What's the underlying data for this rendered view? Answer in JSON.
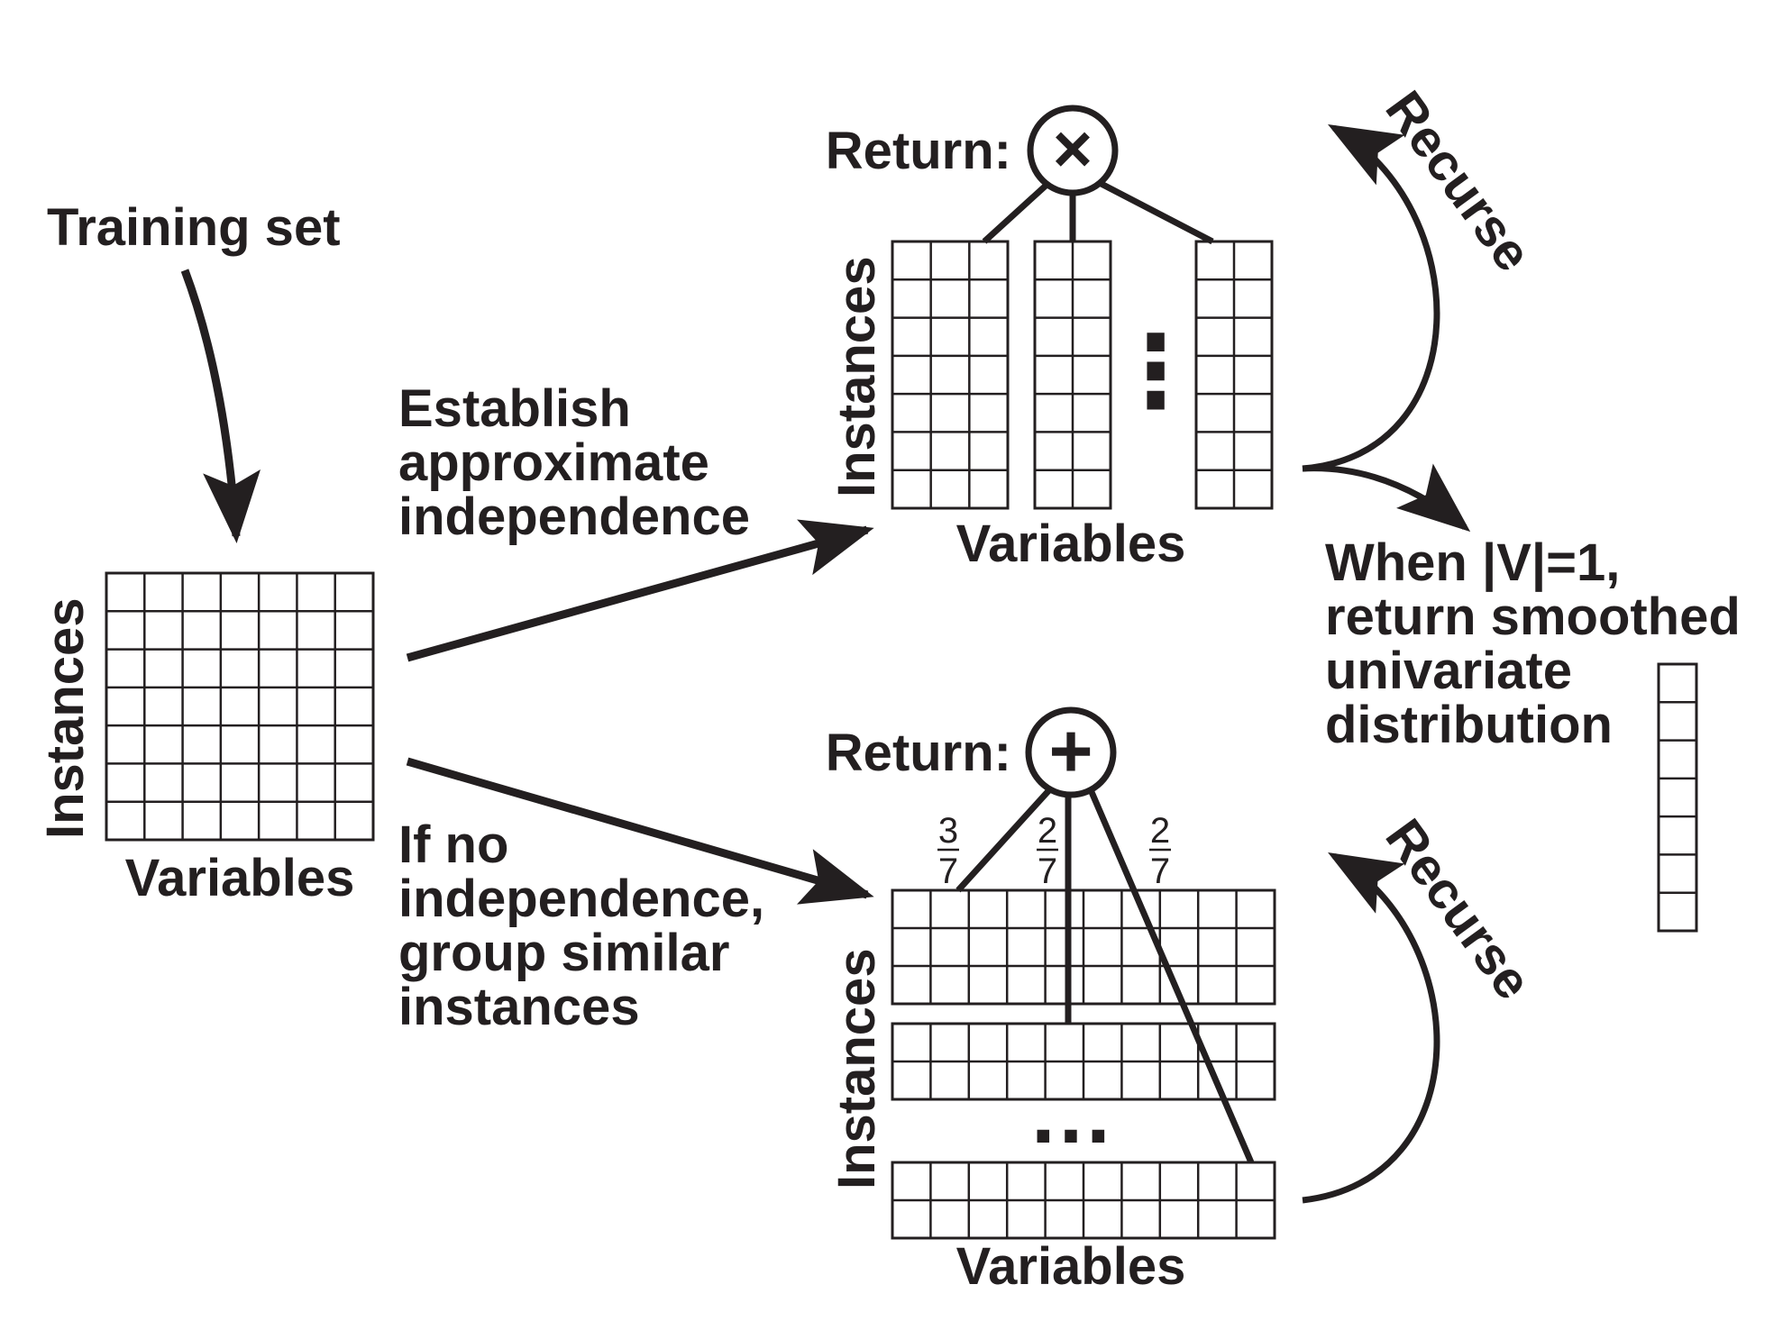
{
  "labels": {
    "training_set": "Training set",
    "instances": "Instances",
    "variables": "Variables",
    "independence_line1": "Establish",
    "independence_line2": "approximate",
    "independence_line3": "independence",
    "clustering_line1": "If no",
    "clustering_line2": "independence,",
    "clustering_line3": "group similar",
    "clustering_line4": "instances",
    "return": "Return:",
    "recurse": "Recurse",
    "base_line1": "When |V|=1,",
    "base_line2": "return smoothed",
    "base_line3": "univariate",
    "base_line4": "distribution"
  },
  "product_node": {
    "symbol": "×"
  },
  "sum_node": {
    "symbol": "+"
  },
  "sum_weights": [
    {
      "numerator": "3",
      "denominator": "7"
    },
    {
      "numerator": "2",
      "denominator": "7"
    },
    {
      "numerator": "2",
      "denominator": "7"
    }
  ],
  "ellipsis": {
    "vertical": "⋮",
    "horizontal": "…"
  },
  "colors": {
    "ink": "#231f20",
    "background": "#ffffff"
  }
}
